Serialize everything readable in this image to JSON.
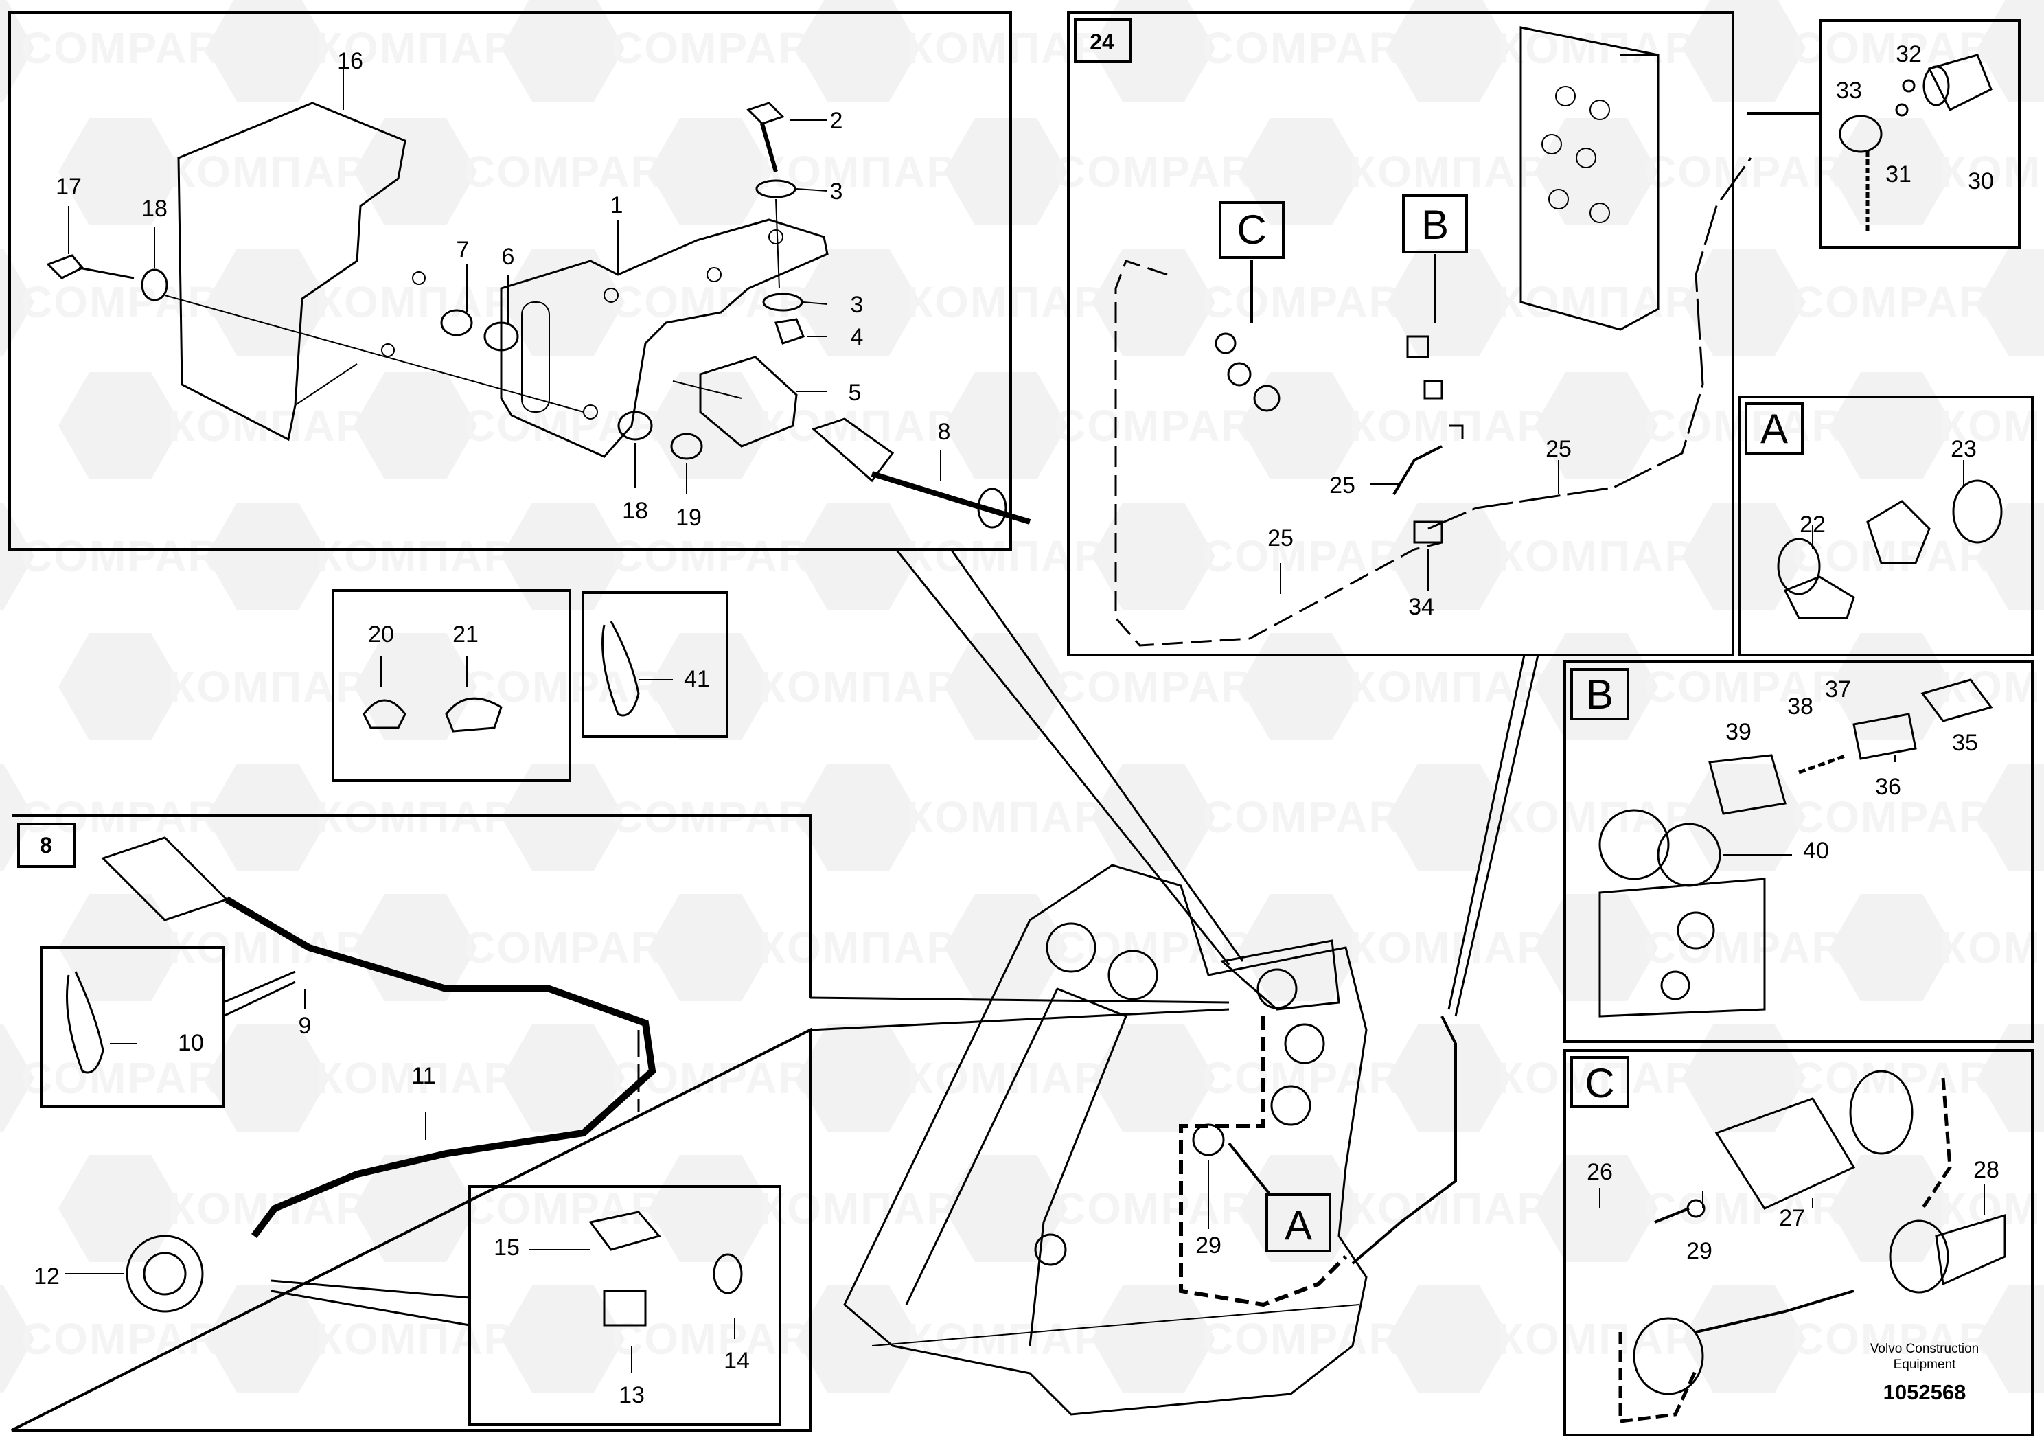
{
  "watermark": {
    "latin": "COMPART",
    "cyrillic": "КОМПАРТ"
  },
  "part_labels": [
    "16",
    "17",
    "18",
    "2",
    "3",
    "1",
    "7",
    "6",
    "3",
    "4",
    "5",
    "8",
    "18",
    "19",
    "20",
    "21",
    "41",
    "24",
    "32",
    "33",
    "31",
    "30",
    "C",
    "B",
    "25",
    "25",
    "25",
    "34",
    "A",
    "22",
    "23",
    "B",
    "38",
    "37",
    "39",
    "35",
    "36",
    "40",
    "8",
    "10",
    "9",
    "11",
    "12",
    "15",
    "13",
    "14",
    "29",
    "A",
    "C",
    "26",
    "27",
    "28",
    "29"
  ],
  "footer": {
    "line1": "Volvo Construction",
    "line2": "Equipment",
    "number": "1052568"
  }
}
